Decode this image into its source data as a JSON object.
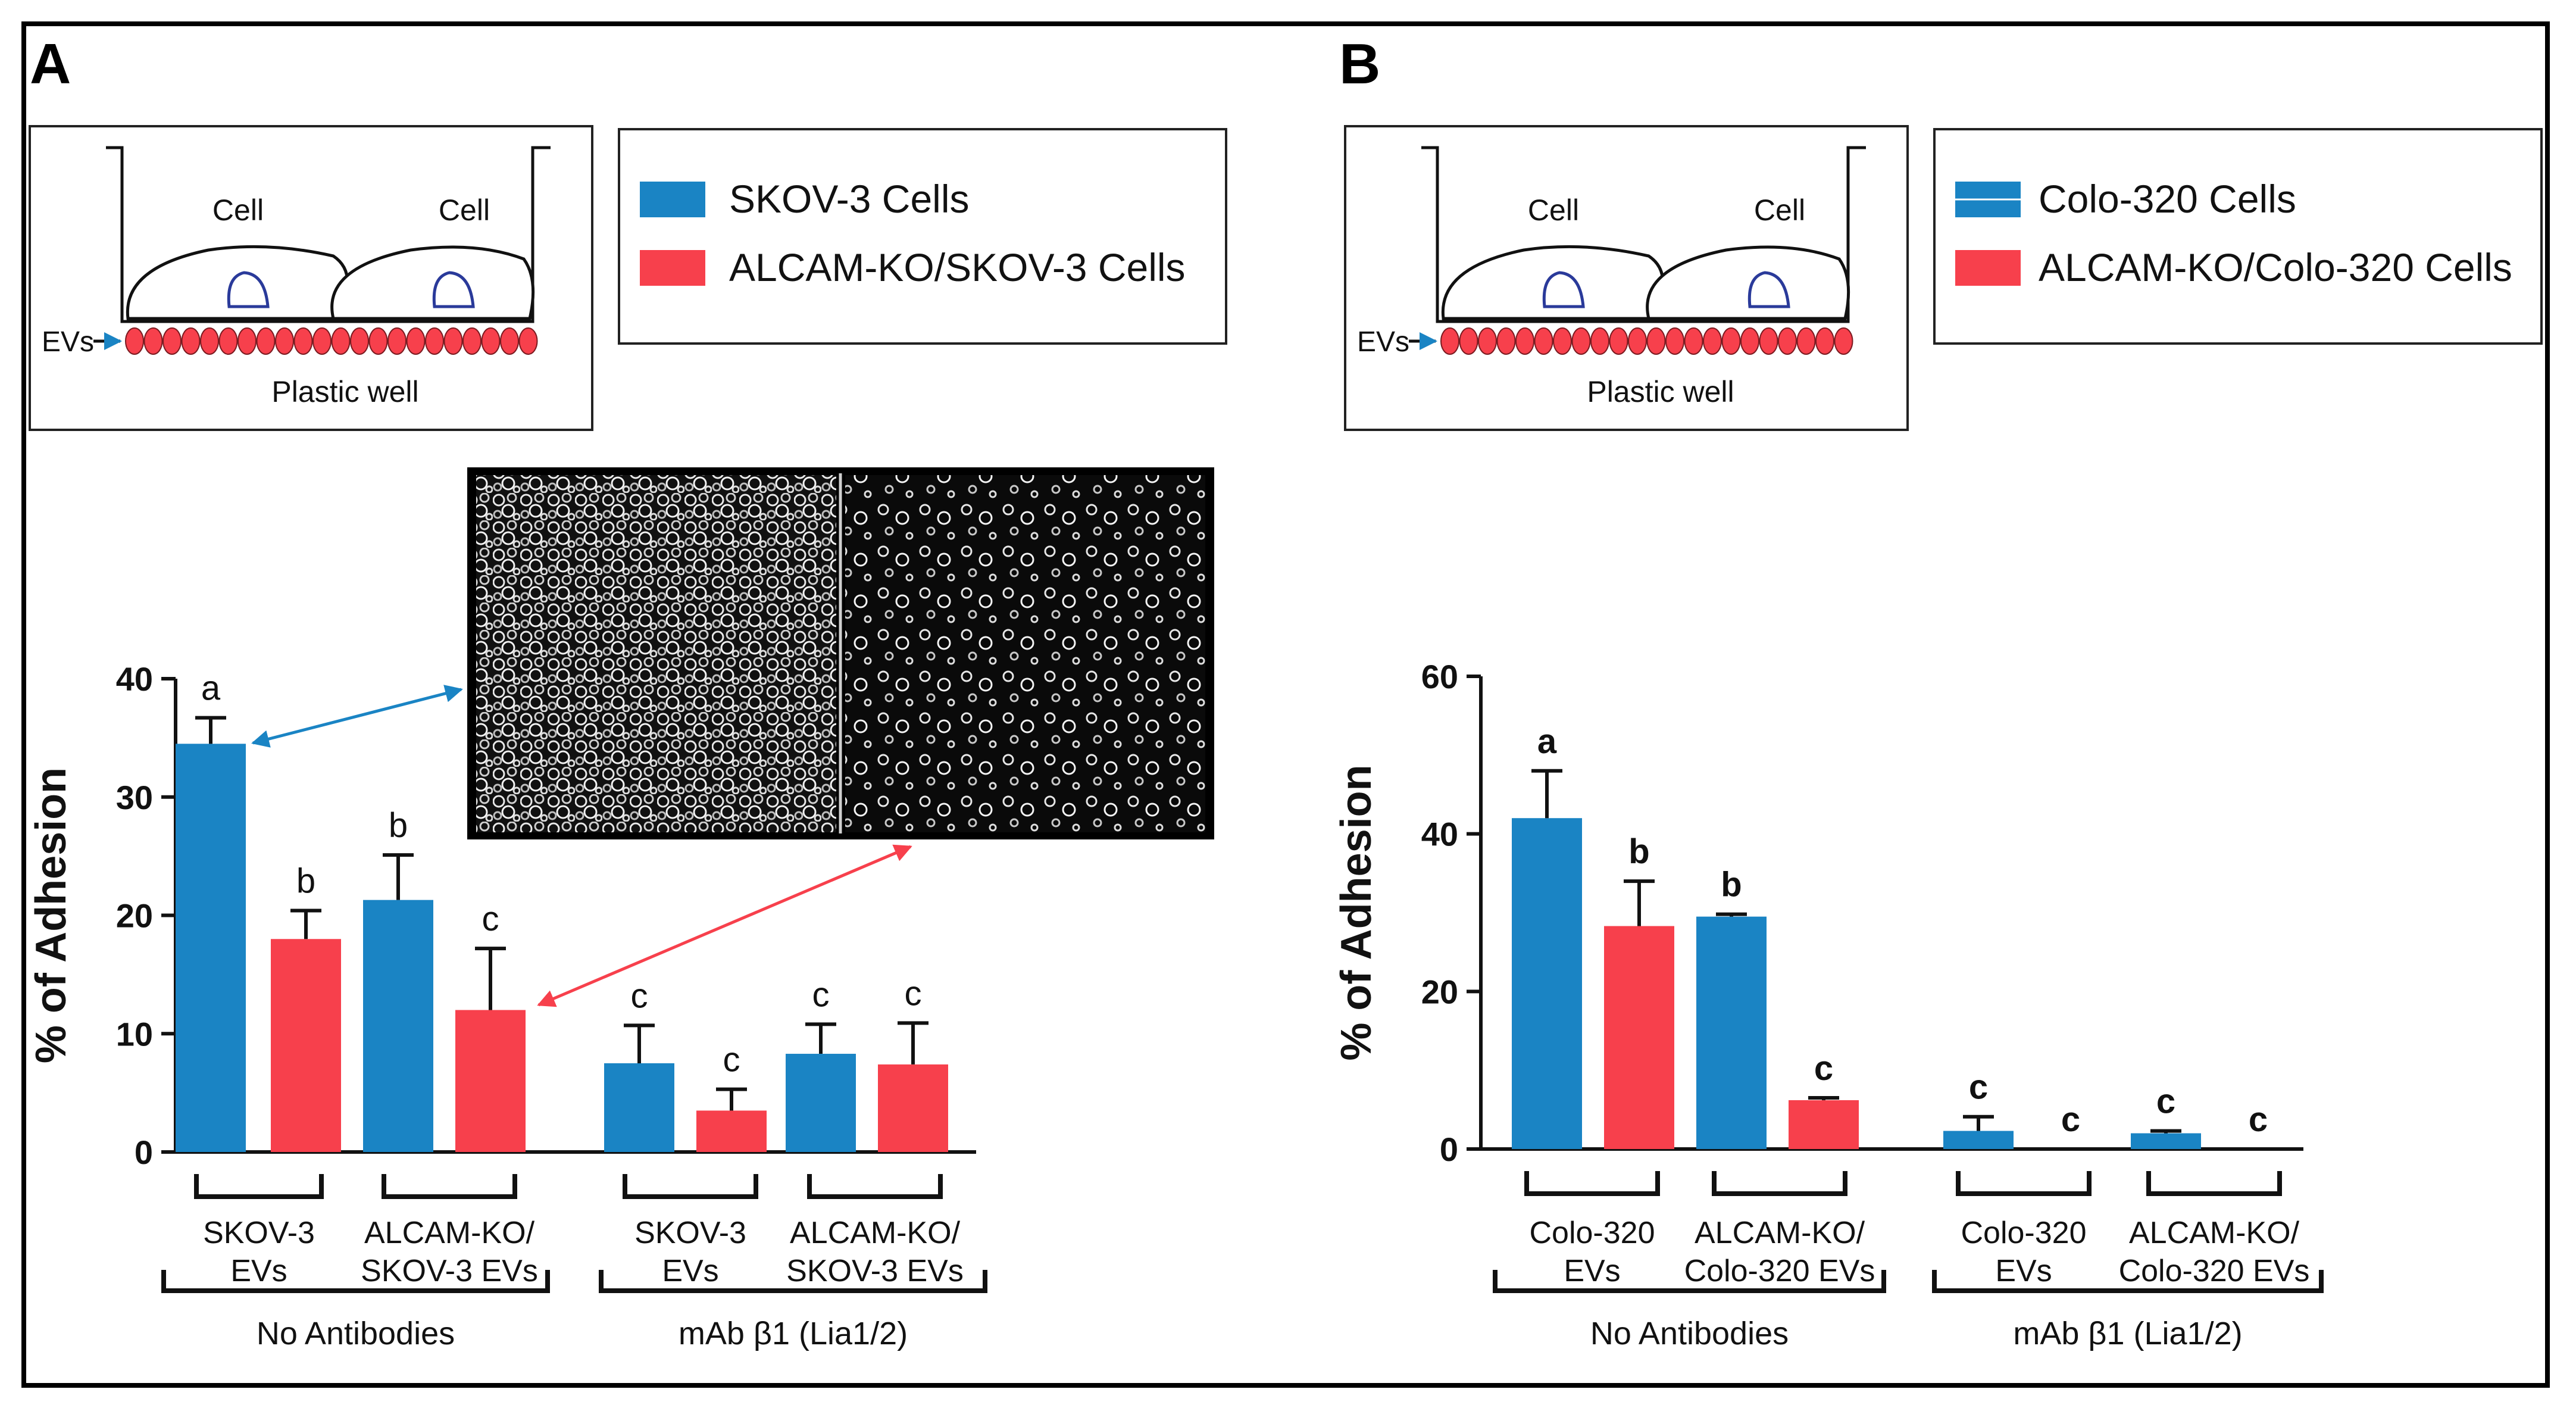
{
  "colors": {
    "blue": "#1a84c4",
    "red": "#f7404c",
    "cell_outline": "#000000",
    "nucleus": "#2a3a9a",
    "ev": "#f7404c",
    "arrow_blue": "#1a84c4",
    "arrow_red": "#f7404c"
  },
  "panels": [
    {
      "letter": "A",
      "diagram": {
        "cell_left": "Cell",
        "cell_right": "Cell",
        "evs_label": "EVs",
        "well_label": "Plastic well"
      },
      "legend": [
        {
          "label": "SKOV-3 Cells",
          "color": "#1a84c4"
        },
        {
          "label": "ALCAM-KO/SKOV-3 Cells",
          "color": "#f7404c"
        }
      ]
    },
    {
      "letter": "B",
      "diagram": {
        "cell_left": "Cell",
        "cell_right": "Cell",
        "evs_label": "EVs",
        "well_label": "Plastic well"
      },
      "legend": [
        {
          "label": "Colo-320 Cells",
          "color": "#1a84c4"
        },
        {
          "label": "ALCAM-KO/Colo-320 Cells",
          "color": "#f7404c"
        }
      ]
    }
  ],
  "chart_data": [
    {
      "type": "bar",
      "panel": "A",
      "ylabel": "% of Adhesion",
      "ylim": [
        0,
        40
      ],
      "yticks": [
        0,
        10,
        20,
        30,
        40
      ],
      "bars": [
        {
          "value": 34.5,
          "error": 2.2,
          "color": "#1a84c4",
          "letter": "a"
        },
        {
          "value": 18.0,
          "error": 2.4,
          "color": "#f7404c",
          "letter": "b"
        },
        {
          "value": 21.3,
          "error": 3.8,
          "color": "#1a84c4",
          "letter": "b"
        },
        {
          "value": 12.0,
          "error": 5.2,
          "color": "#f7404c",
          "letter": "c"
        },
        {
          "value": 7.5,
          "error": 3.2,
          "color": "#1a84c4",
          "letter": "c"
        },
        {
          "value": 3.5,
          "error": 1.8,
          "color": "#f7404c",
          "letter": "c"
        },
        {
          "value": 8.3,
          "error": 2.5,
          "color": "#1a84c4",
          "letter": "c"
        },
        {
          "value": 7.4,
          "error": 3.5,
          "color": "#f7404c",
          "letter": "c"
        }
      ],
      "pair_labels": [
        [
          "SKOV-3",
          "EVs"
        ],
        [
          "ALCAM-KO/",
          "SKOV-3 EVs"
        ],
        [
          "SKOV-3",
          "EVs"
        ],
        [
          "ALCAM-KO/",
          "SKOV-3 EVs"
        ]
      ],
      "groups": [
        "No Antibodies",
        "mAb β1 (Lia1/2)"
      ]
    },
    {
      "type": "bar",
      "panel": "B",
      "ylabel": "% of Adhesion",
      "ylim": [
        0,
        60
      ],
      "yticks": [
        0,
        20,
        40,
        60
      ],
      "bars": [
        {
          "value": 42.0,
          "error": 6.0,
          "color": "#1a84c4",
          "letter": "a"
        },
        {
          "value": 28.3,
          "error": 5.7,
          "color": "#f7404c",
          "letter": "b"
        },
        {
          "value": 29.5,
          "error": 0.3,
          "color": "#1a84c4",
          "letter": "b"
        },
        {
          "value": 6.2,
          "error": 0.3,
          "color": "#f7404c",
          "letter": "c"
        },
        {
          "value": 2.3,
          "error": 1.8,
          "color": "#1a84c4",
          "letter": "c"
        },
        {
          "value": 0.0,
          "error": 0.0,
          "color": "#f7404c",
          "letter": "c"
        },
        {
          "value": 2.0,
          "error": 0.3,
          "color": "#1a84c4",
          "letter": "c"
        },
        {
          "value": 0.0,
          "error": 0.0,
          "color": "#f7404c",
          "letter": "c"
        }
      ],
      "pair_labels": [
        [
          "Colo-320",
          "EVs"
        ],
        [
          "ALCAM-KO/",
          "Colo-320 EVs"
        ],
        [
          "Colo-320",
          "EVs"
        ],
        [
          "ALCAM-KO/",
          "Colo-320 EVs"
        ]
      ],
      "groups": [
        "No Antibodies",
        "mAb β1 (Lia1/2)"
      ]
    }
  ]
}
